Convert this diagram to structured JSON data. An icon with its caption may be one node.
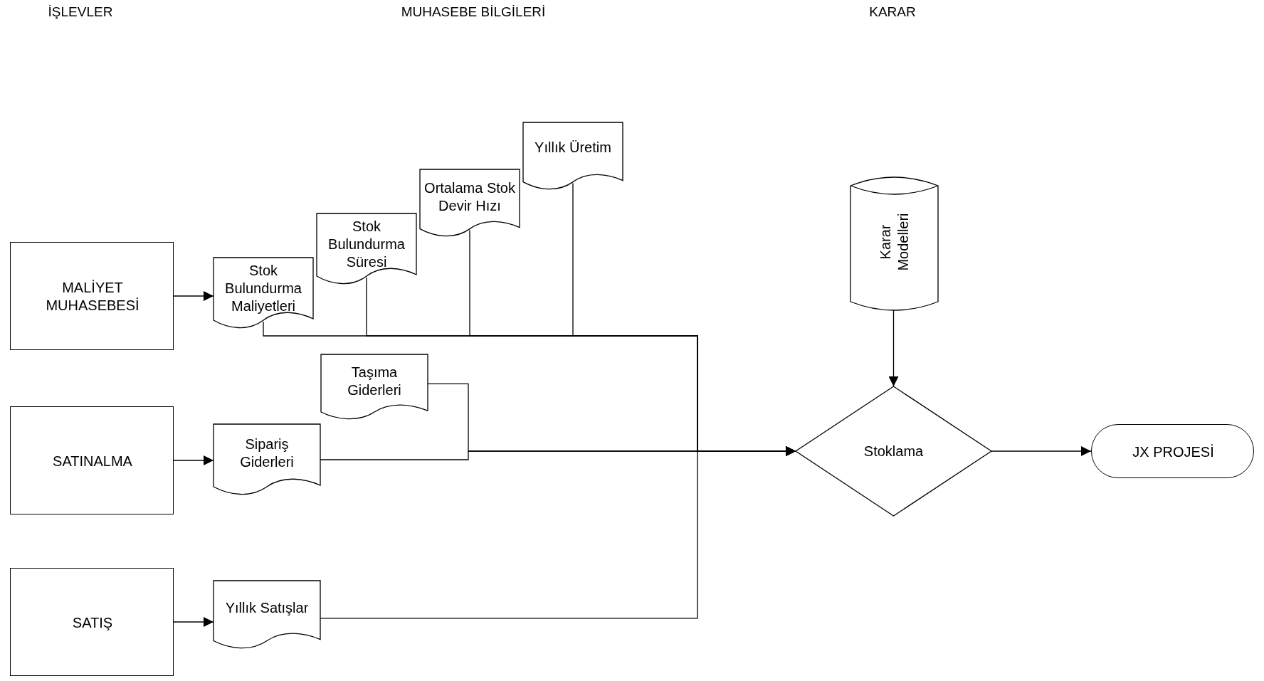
{
  "diagram": {
    "nodes": [
      {
        "text": [
          "MALİYET MUHASEBESİ"
        ]
      },
      {
        "text": [
          "SATINALMA"
        ]
      },
      {
        "text": [
          "SATIŞ"
        ]
      },
      {
        "text": [
          "Stok Bulundurma Maliyetleri"
        ]
      },
      {
        "text": [
          "Stok Bulundurma Süresi"
        ]
      },
      {
        "text": [
          "Ortalama Stok Devir Hızı"
        ]
      },
      {
        "text": [
          "Yıllık Üretim"
        ]
      },
      {
        "text": [
          "Sipariş Giderleri"
        ]
      },
      {
        "text": [
          "Taşıma Giderleri"
        ]
      },
      {
        "text": [
          "Yıllık Satışlar"
        ]
      },
      {
        "text": [
          "Karar Modelleri"
        ]
      },
      {
        "text": [
          "Stoklama"
        ]
      },
      {
        "text": [
          "JX PROJESİ"
        ]
      }
    ],
    "edges": [
      {
        "from": 0,
        "to": 3,
        "arrow": "to"
      },
      {
        "from": 1,
        "to": 7,
        "arrow": "to"
      },
      {
        "from": 2,
        "to": 9,
        "arrow": "to"
      },
      {
        "from": 3,
        "to": 11,
        "arrow": "to"
      },
      {
        "from": 4,
        "to": 11,
        "arrow": "to"
      },
      {
        "from": 5,
        "to": 11,
        "arrow": "to"
      },
      {
        "from": 6,
        "to": 11,
        "arrow": "to"
      },
      {
        "from": 7,
        "to": 11,
        "arrow": "to"
      },
      {
        "from": 8,
        "to": 11,
        "arrow": "to"
      },
      {
        "from": 9,
        "to": 11,
        "arrow": "to"
      },
      {
        "from": 10,
        "to": 11,
        "arrow": "to"
      },
      {
        "from": 11,
        "to": 12,
        "arrow": "to"
      }
    ],
    "labels": [
      "İŞLEVLER",
      "MUHASEBE BİLGİLERİ",
      "KARAR"
    ]
  }
}
